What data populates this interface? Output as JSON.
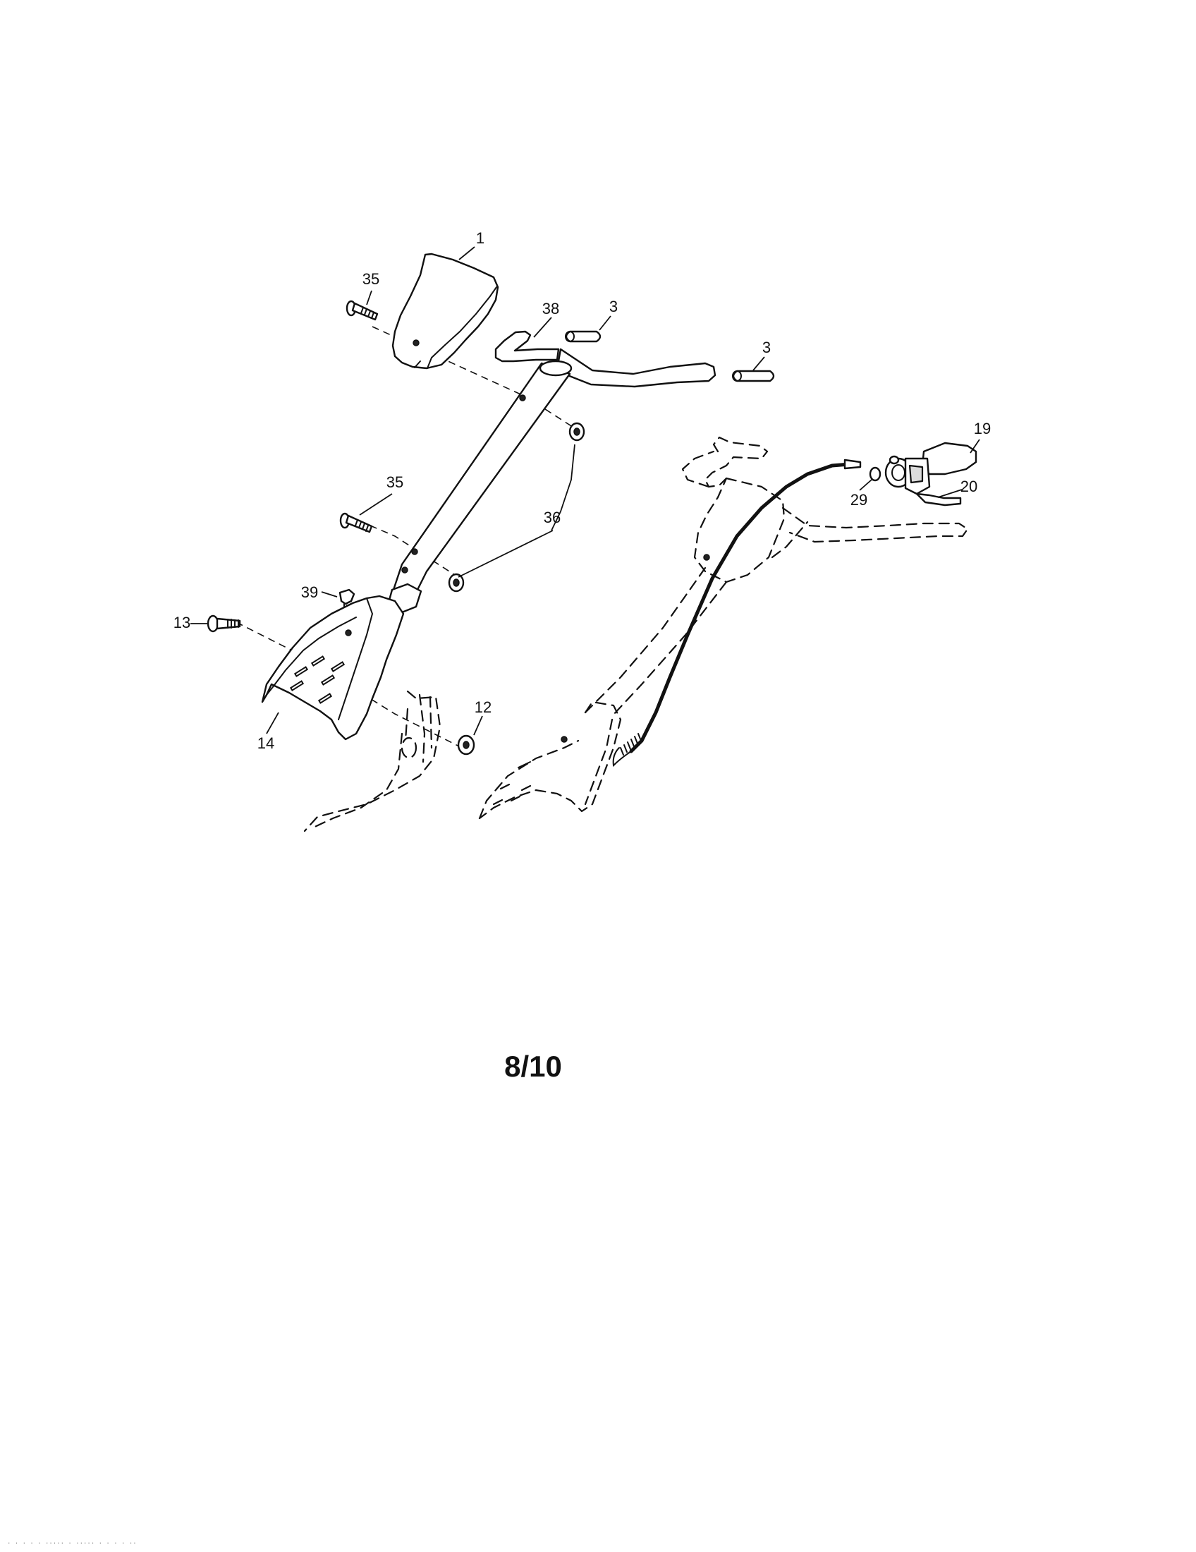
{
  "callouts": {
    "c1": "1",
    "c35a": "35",
    "c38": "38",
    "c3a": "3",
    "c3b": "3",
    "c35b": "35",
    "c36": "36",
    "c39": "39",
    "c13": "13",
    "c14": "14",
    "c12": "12",
    "c19": "19",
    "c20": "20",
    "c29": "29"
  },
  "page_label": "8/10",
  "footer_text": "·  ·  ·     ·    ·   ·····  ·  ·····  ·  ·  ·   ·                              ··"
}
